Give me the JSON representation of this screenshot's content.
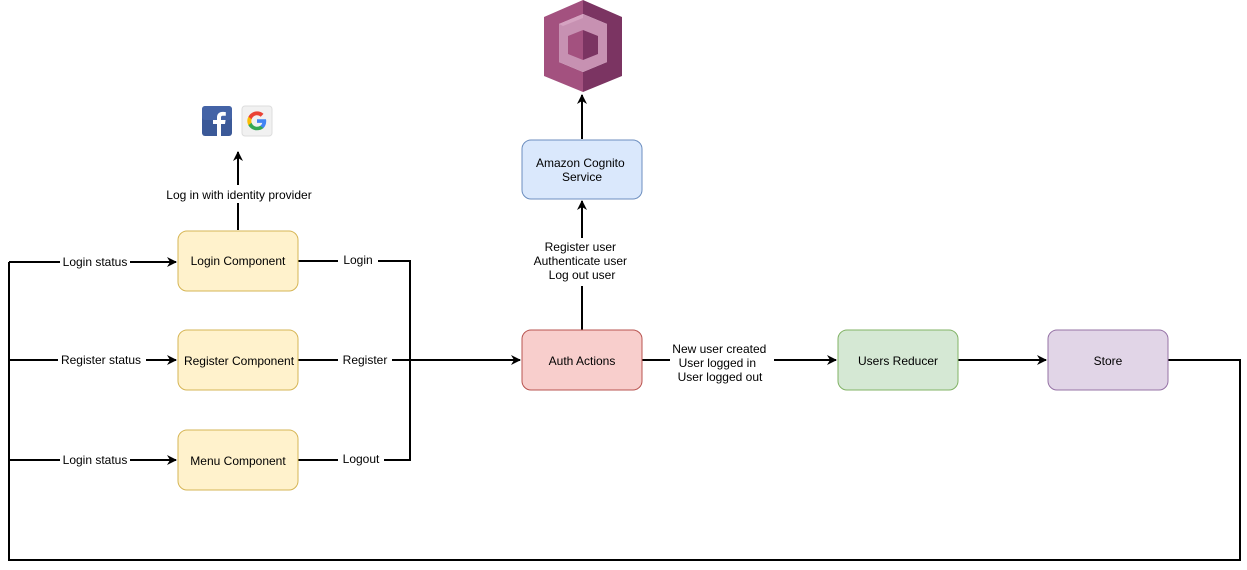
{
  "nodes": {
    "login_component": "Login Component",
    "register_component": "Register Component",
    "menu_component": "Menu Component",
    "auth_actions": "Auth Actions",
    "cognito_service_line1": "Amazon Cognito",
    "cognito_service_line2": "Service",
    "users_reducer": "Users Reducer",
    "store": "Store"
  },
  "edges": {
    "login_status_top": "Login status",
    "register_status": "Register status",
    "login_status_bottom": "Login status",
    "login": "Login",
    "register": "Register",
    "logout": "Logout",
    "identity_provider": "Log in with identity provider",
    "cognito_ops": [
      "Register user",
      "Authenticate user",
      "Log out user"
    ],
    "reducer_events": [
      "New user created",
      "User logged in",
      "User logged out"
    ]
  },
  "icons": {
    "facebook": "facebook-icon",
    "google": "google-icon",
    "cognito": "amazon-cognito-icon"
  },
  "colors": {
    "component_fill": "#fff2cc",
    "component_stroke": "#d6b656",
    "auth_fill": "#f8cecc",
    "auth_stroke": "#b85450",
    "cognito_fill": "#dae8fc",
    "cognito_stroke": "#6c8ebf",
    "reducer_fill": "#d5e8d4",
    "reducer_stroke": "#82b366",
    "store_fill": "#e1d5e7",
    "store_stroke": "#9673a6",
    "cognito_logo": "#a3517f"
  }
}
